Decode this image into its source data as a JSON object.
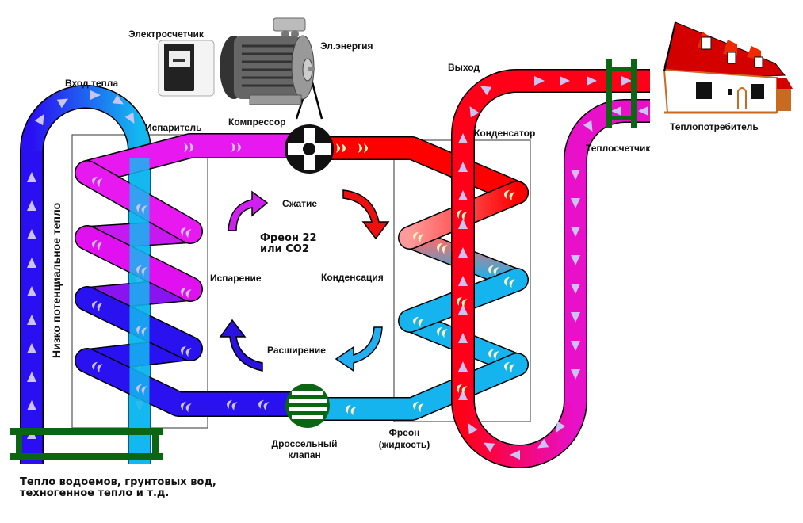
{
  "diagram": {
    "title": "Heat pump operating principle",
    "labels": {
      "electric_meter": "Электросчетчик",
      "electric_energy": "Эл.энергия",
      "heat_input": "Вход тепла",
      "evaporator": "Испаритель",
      "compressor": "Компрессор",
      "output": "Выход",
      "condenser": "Конденсатор",
      "heat_meter": "Теплосчетчик",
      "heat_consumer": "Теплопотребитель",
      "compression": "Сжатие",
      "refrigerant_line1": "Фреон 22",
      "refrigerant_line2": "или СО2",
      "evaporation": "Испарение",
      "condensation": "Конденсация",
      "expansion": "Расширение",
      "low_potential_heat": "Низко потенциальное тепло",
      "throttle_valve_line1": "Дроссельный",
      "throttle_valve_line2": "клапан",
      "liquid_freon_line1": "Фреон",
      "liquid_freon_line2": "(жидкость)",
      "source_line1": "Тепло водоемов, грунтовых вод,",
      "source_line2": "техногенное тепло и т.д."
    },
    "colors": {
      "cold_loop_dark": "#2a0ff2",
      "cold_loop_light": "#14b8f0",
      "evaporator_hot": "#e818f0",
      "evaporator_cold": "#2a12f0",
      "hot_refrigerant": "#ff0000",
      "liquid_refrigerant": "#16b4ee",
      "supply_line": "#ff0018",
      "return_line": "#e810c8",
      "meter_frame": "#0b6614",
      "flow_marker": "#c9c4f4",
      "refrigerant_marker": "#fdf4c0",
      "compressor_body": "#111111",
      "roof": "#d40000",
      "wall_trim": "#c86a20"
    }
  }
}
